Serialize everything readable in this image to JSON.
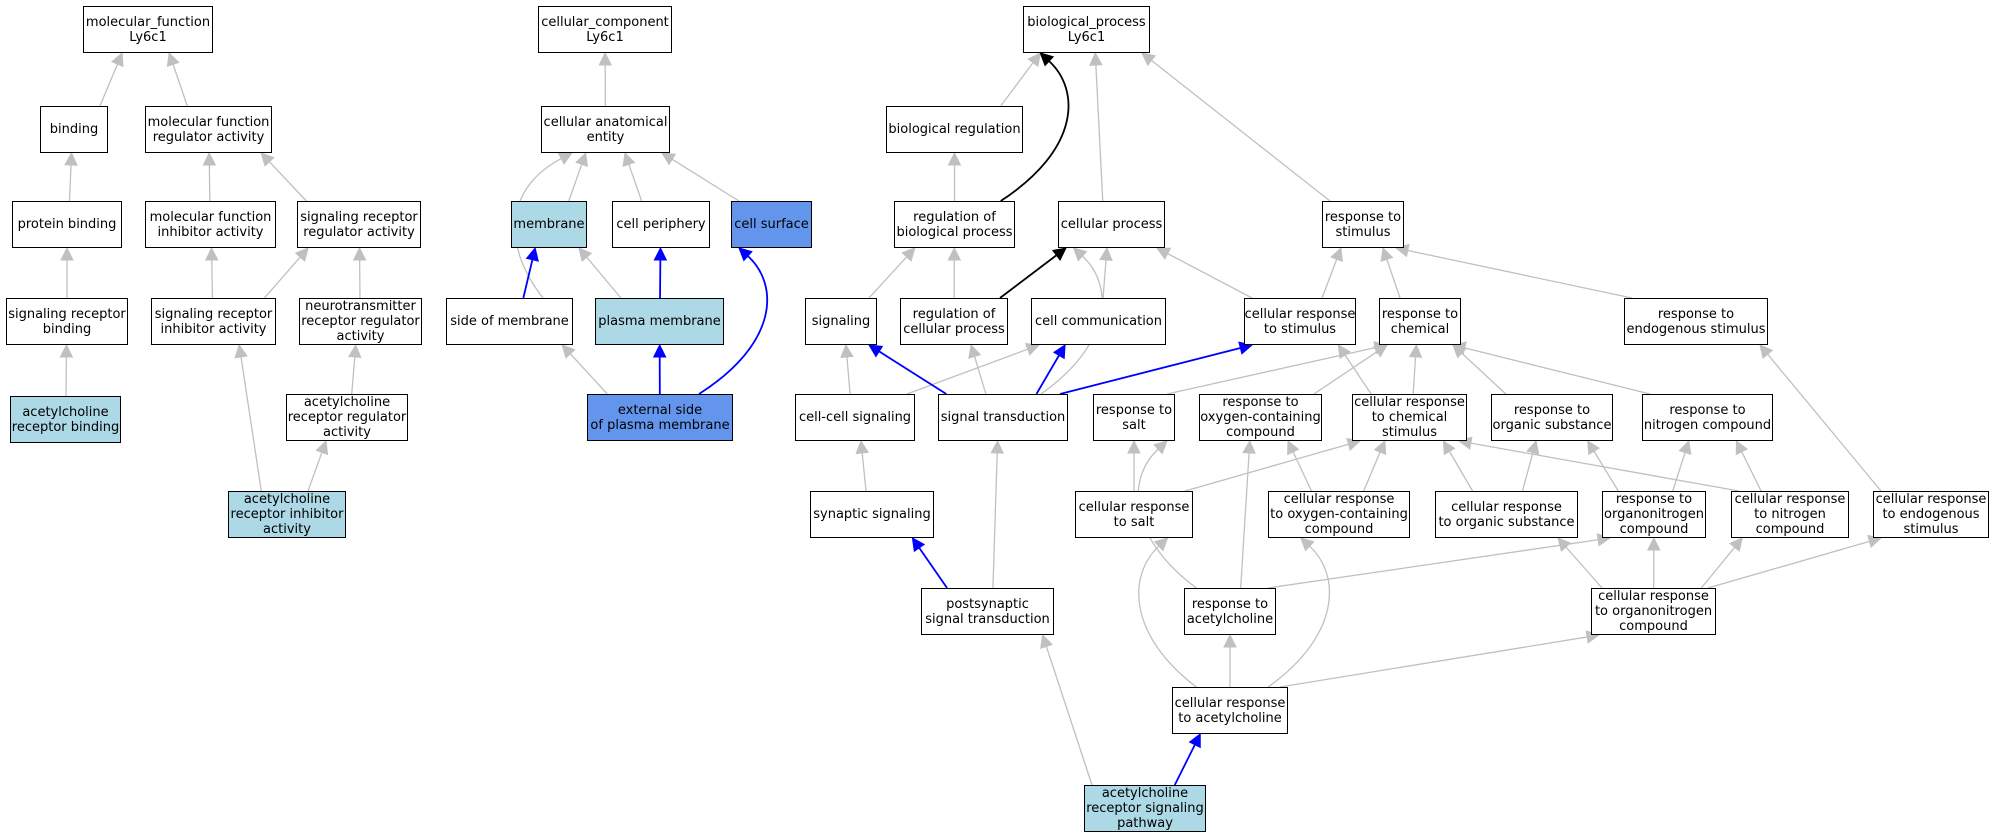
{
  "colors": {
    "default_fill": "#ffffff",
    "light_highlight": "#add8e6",
    "strong_highlight": "#6495ed",
    "edge_gray": "#c0c0c0",
    "edge_blue": "#0000ff",
    "edge_black": "#000000"
  },
  "nodes": [
    {
      "id": "mf_root",
      "lines": [
        "molecular_function",
        "Ly6c1"
      ],
      "fill": "white"
    },
    {
      "id": "cc_root",
      "lines": [
        "cellular_component",
        "Ly6c1"
      ],
      "fill": "white"
    },
    {
      "id": "bp_root",
      "lines": [
        "biological_process",
        "Ly6c1"
      ],
      "fill": "white"
    },
    {
      "id": "binding",
      "lines": [
        "binding"
      ],
      "fill": "white"
    },
    {
      "id": "mfra",
      "lines": [
        "molecular function",
        "regulator activity"
      ],
      "fill": "white"
    },
    {
      "id": "cae",
      "lines": [
        "cellular anatomical",
        "entity"
      ],
      "fill": "white"
    },
    {
      "id": "bioreg",
      "lines": [
        "biological regulation"
      ],
      "fill": "white"
    },
    {
      "id": "protbind",
      "lines": [
        "protein binding"
      ],
      "fill": "white"
    },
    {
      "id": "mfia",
      "lines": [
        "molecular function",
        "inhibitor activity"
      ],
      "fill": "white"
    },
    {
      "id": "srra",
      "lines": [
        "signaling receptor",
        "regulator activity"
      ],
      "fill": "white"
    },
    {
      "id": "membrane",
      "lines": [
        "membrane"
      ],
      "fill": "light"
    },
    {
      "id": "cellperiph",
      "lines": [
        "cell periphery"
      ],
      "fill": "white"
    },
    {
      "id": "cellsurface",
      "lines": [
        "cell surface"
      ],
      "fill": "strong"
    },
    {
      "id": "regbp",
      "lines": [
        "regulation of",
        "biological process"
      ],
      "fill": "white"
    },
    {
      "id": "cellproc",
      "lines": [
        "cellular process"
      ],
      "fill": "white"
    },
    {
      "id": "resp_stim",
      "lines": [
        "response to",
        "stimulus"
      ],
      "fill": "white"
    },
    {
      "id": "srb",
      "lines": [
        "signaling receptor",
        "binding"
      ],
      "fill": "white"
    },
    {
      "id": "sria",
      "lines": [
        "signaling receptor",
        "inhibitor activity"
      ],
      "fill": "white"
    },
    {
      "id": "ntrra",
      "lines": [
        "neurotransmitter",
        "receptor regulator",
        "activity"
      ],
      "fill": "white"
    },
    {
      "id": "sidemem",
      "lines": [
        "side of membrane"
      ],
      "fill": "white"
    },
    {
      "id": "plasmamem",
      "lines": [
        "plasma membrane"
      ],
      "fill": "light"
    },
    {
      "id": "signaling",
      "lines": [
        "signaling"
      ],
      "fill": "white"
    },
    {
      "id": "regcp",
      "lines": [
        "regulation of",
        "cellular process"
      ],
      "fill": "white"
    },
    {
      "id": "cellcomm",
      "lines": [
        "cell communication"
      ],
      "fill": "white"
    },
    {
      "id": "crs",
      "lines": [
        "cellular response",
        "to stimulus"
      ],
      "fill": "white"
    },
    {
      "id": "rchem",
      "lines": [
        "response to",
        "chemical"
      ],
      "fill": "white"
    },
    {
      "id": "res",
      "lines": [
        "response to",
        "endogenous stimulus"
      ],
      "fill": "white"
    },
    {
      "id": "achrb",
      "lines": [
        "acetylcholine",
        "receptor binding"
      ],
      "fill": "light"
    },
    {
      "id": "achrra",
      "lines": [
        "acetylcholine",
        "receptor regulator",
        "activity"
      ],
      "fill": "white"
    },
    {
      "id": "extside",
      "lines": [
        "external side",
        "of plasma membrane"
      ],
      "fill": "strong"
    },
    {
      "id": "ccsig",
      "lines": [
        "cell-cell signaling"
      ],
      "fill": "white"
    },
    {
      "id": "sigtrans",
      "lines": [
        "signal transduction"
      ],
      "fill": "white"
    },
    {
      "id": "rsalt",
      "lines": [
        "response to",
        "salt"
      ],
      "fill": "white"
    },
    {
      "id": "roxy",
      "lines": [
        "response to",
        "oxygen-containing",
        "compound"
      ],
      "fill": "white"
    },
    {
      "id": "crchem",
      "lines": [
        "cellular response",
        "to chemical",
        "stimulus"
      ],
      "fill": "white"
    },
    {
      "id": "rorg",
      "lines": [
        "response to",
        "organic substance"
      ],
      "fill": "white"
    },
    {
      "id": "rnitro",
      "lines": [
        "response to",
        "nitrogen compound"
      ],
      "fill": "white"
    },
    {
      "id": "achria",
      "lines": [
        "acetylcholine",
        "receptor inhibitor",
        "activity"
      ],
      "fill": "light"
    },
    {
      "id": "synsig",
      "lines": [
        "synaptic signaling"
      ],
      "fill": "white"
    },
    {
      "id": "crsalt",
      "lines": [
        "cellular response",
        "to salt"
      ],
      "fill": "white"
    },
    {
      "id": "croxy",
      "lines": [
        "cellular response",
        "to oxygen-containing",
        "compound"
      ],
      "fill": "white"
    },
    {
      "id": "crorg",
      "lines": [
        "cellular response",
        "to organic substance"
      ],
      "fill": "white"
    },
    {
      "id": "rorganonitro",
      "lines": [
        "response to",
        "organonitrogen",
        "compound"
      ],
      "fill": "white"
    },
    {
      "id": "crnitro",
      "lines": [
        "cellular response",
        "to nitrogen",
        "compound"
      ],
      "fill": "white"
    },
    {
      "id": "cres",
      "lines": [
        "cellular response",
        "to endogenous",
        "stimulus"
      ],
      "fill": "white"
    },
    {
      "id": "postsyn",
      "lines": [
        "postsynaptic",
        "signal transduction"
      ],
      "fill": "white"
    },
    {
      "id": "rach",
      "lines": [
        "response to",
        "acetylcholine"
      ],
      "fill": "white"
    },
    {
      "id": "crorganonitro",
      "lines": [
        "cellular response",
        "to organonitrogen",
        "compound"
      ],
      "fill": "white"
    },
    {
      "id": "crach",
      "lines": [
        "cellular response",
        "to acetylcholine"
      ],
      "fill": "white"
    },
    {
      "id": "achrsp",
      "lines": [
        "acetylcholine",
        "receptor signaling",
        "pathway"
      ],
      "fill": "light"
    }
  ],
  "edges": [
    {
      "from": "binding",
      "to": "mf_root",
      "color": "gray"
    },
    {
      "from": "mfra",
      "to": "mf_root",
      "color": "gray"
    },
    {
      "from": "protbind",
      "to": "binding",
      "color": "gray"
    },
    {
      "from": "mfia",
      "to": "mfra",
      "color": "gray"
    },
    {
      "from": "srra",
      "to": "mfra",
      "color": "gray"
    },
    {
      "from": "srb",
      "to": "protbind",
      "color": "gray"
    },
    {
      "from": "sria",
      "to": "mfia",
      "color": "gray"
    },
    {
      "from": "sria",
      "to": "srra",
      "color": "gray"
    },
    {
      "from": "ntrra",
      "to": "srra",
      "color": "gray"
    },
    {
      "from": "achrb",
      "to": "srb",
      "color": "gray"
    },
    {
      "from": "achrra",
      "to": "ntrra",
      "color": "gray"
    },
    {
      "from": "achria",
      "to": "sria",
      "color": "gray"
    },
    {
      "from": "achria",
      "to": "achrra",
      "color": "gray"
    },
    {
      "from": "cae",
      "to": "cc_root",
      "color": "gray"
    },
    {
      "from": "membrane",
      "to": "cae",
      "color": "gray"
    },
    {
      "from": "cellperiph",
      "to": "cae",
      "color": "gray"
    },
    {
      "from": "cellsurface",
      "to": "cae",
      "color": "gray"
    },
    {
      "from": "sidemem",
      "to": "cae",
      "color": "gray",
      "curve": "left"
    },
    {
      "from": "sidemem",
      "to": "membrane",
      "color": "blue"
    },
    {
      "from": "plasmamem",
      "to": "membrane",
      "color": "gray"
    },
    {
      "from": "plasmamem",
      "to": "cellperiph",
      "color": "blue"
    },
    {
      "from": "extside",
      "to": "sidemem",
      "color": "gray"
    },
    {
      "from": "extside",
      "to": "plasmamem",
      "color": "blue"
    },
    {
      "from": "extside",
      "to": "cellsurface",
      "color": "blue",
      "curve": "right"
    },
    {
      "from": "bioreg",
      "to": "bp_root",
      "color": "gray"
    },
    {
      "from": "cellproc",
      "to": "bp_root",
      "color": "gray"
    },
    {
      "from": "resp_stim",
      "to": "bp_root",
      "color": "gray"
    },
    {
      "from": "regbp",
      "to": "bp_root",
      "color": "black",
      "curve": "right"
    },
    {
      "from": "regbp",
      "to": "bioreg",
      "color": "gray"
    },
    {
      "from": "signaling",
      "to": "regbp",
      "color": "gray"
    },
    {
      "from": "regcp",
      "to": "regbp",
      "color": "gray"
    },
    {
      "from": "regcp",
      "to": "cellproc",
      "color": "black"
    },
    {
      "from": "cellcomm",
      "to": "cellproc",
      "color": "gray"
    },
    {
      "from": "crs",
      "to": "cellproc",
      "color": "gray"
    },
    {
      "from": "crs",
      "to": "resp_stim",
      "color": "gray"
    },
    {
      "from": "rchem",
      "to": "resp_stim",
      "color": "gray"
    },
    {
      "from": "res",
      "to": "resp_stim",
      "color": "gray"
    },
    {
      "from": "ccsig",
      "to": "signaling",
      "color": "gray"
    },
    {
      "from": "ccsig",
      "to": "cellcomm",
      "color": "gray"
    },
    {
      "from": "sigtrans",
      "to": "signaling",
      "color": "blue"
    },
    {
      "from": "sigtrans",
      "to": "regcp",
      "color": "gray"
    },
    {
      "from": "sigtrans",
      "to": "cellcomm",
      "color": "blue"
    },
    {
      "from": "sigtrans",
      "to": "crs",
      "color": "blue"
    },
    {
      "from": "sigtrans",
      "to": "cellproc",
      "color": "gray",
      "curve": "right"
    },
    {
      "from": "rsalt",
      "to": "rchem",
      "color": "gray"
    },
    {
      "from": "roxy",
      "to": "rchem",
      "color": "gray"
    },
    {
      "from": "crchem",
      "to": "rchem",
      "color": "gray"
    },
    {
      "from": "crchem",
      "to": "crs",
      "color": "gray"
    },
    {
      "from": "rorg",
      "to": "rchem",
      "color": "gray"
    },
    {
      "from": "rnitro",
      "to": "rchem",
      "color": "gray"
    },
    {
      "from": "cres",
      "to": "res",
      "color": "gray"
    },
    {
      "from": "synsig",
      "to": "ccsig",
      "color": "gray"
    },
    {
      "from": "postsyn",
      "to": "synsig",
      "color": "blue"
    },
    {
      "from": "postsyn",
      "to": "sigtrans",
      "color": "gray"
    },
    {
      "from": "crsalt",
      "to": "rsalt",
      "color": "gray"
    },
    {
      "from": "crsalt",
      "to": "crchem",
      "color": "gray"
    },
    {
      "from": "croxy",
      "to": "roxy",
      "color": "gray"
    },
    {
      "from": "croxy",
      "to": "crchem",
      "color": "gray"
    },
    {
      "from": "crorg",
      "to": "crchem",
      "color": "gray"
    },
    {
      "from": "crorg",
      "to": "rorg",
      "color": "gray"
    },
    {
      "from": "crnitro",
      "to": "crchem",
      "color": "gray"
    },
    {
      "from": "crnitro",
      "to": "rnitro",
      "color": "gray"
    },
    {
      "from": "rorganonitro",
      "to": "rorg",
      "color": "gray"
    },
    {
      "from": "rorganonitro",
      "to": "rnitro",
      "color": "gray"
    },
    {
      "from": "rach",
      "to": "roxy",
      "color": "gray"
    },
    {
      "from": "rach",
      "to": "rorganonitro",
      "color": "gray"
    },
    {
      "from": "rach",
      "to": "rsalt",
      "color": "gray",
      "curve": "left"
    },
    {
      "from": "crorganonitro",
      "to": "crorg",
      "color": "gray"
    },
    {
      "from": "crorganonitro",
      "to": "rorganonitro",
      "color": "gray"
    },
    {
      "from": "crorganonitro",
      "to": "crnitro",
      "color": "gray"
    },
    {
      "from": "crorganonitro",
      "to": "cres",
      "color": "gray"
    },
    {
      "from": "crach",
      "to": "rach",
      "color": "gray"
    },
    {
      "from": "crach",
      "to": "crsalt",
      "color": "gray",
      "curve": "left"
    },
    {
      "from": "crach",
      "to": "croxy",
      "color": "gray",
      "curve": "right"
    },
    {
      "from": "crach",
      "to": "crorganonitro",
      "color": "gray"
    },
    {
      "from": "achrsp",
      "to": "crach",
      "color": "blue"
    },
    {
      "from": "achrsp",
      "to": "postsyn",
      "color": "gray"
    }
  ]
}
